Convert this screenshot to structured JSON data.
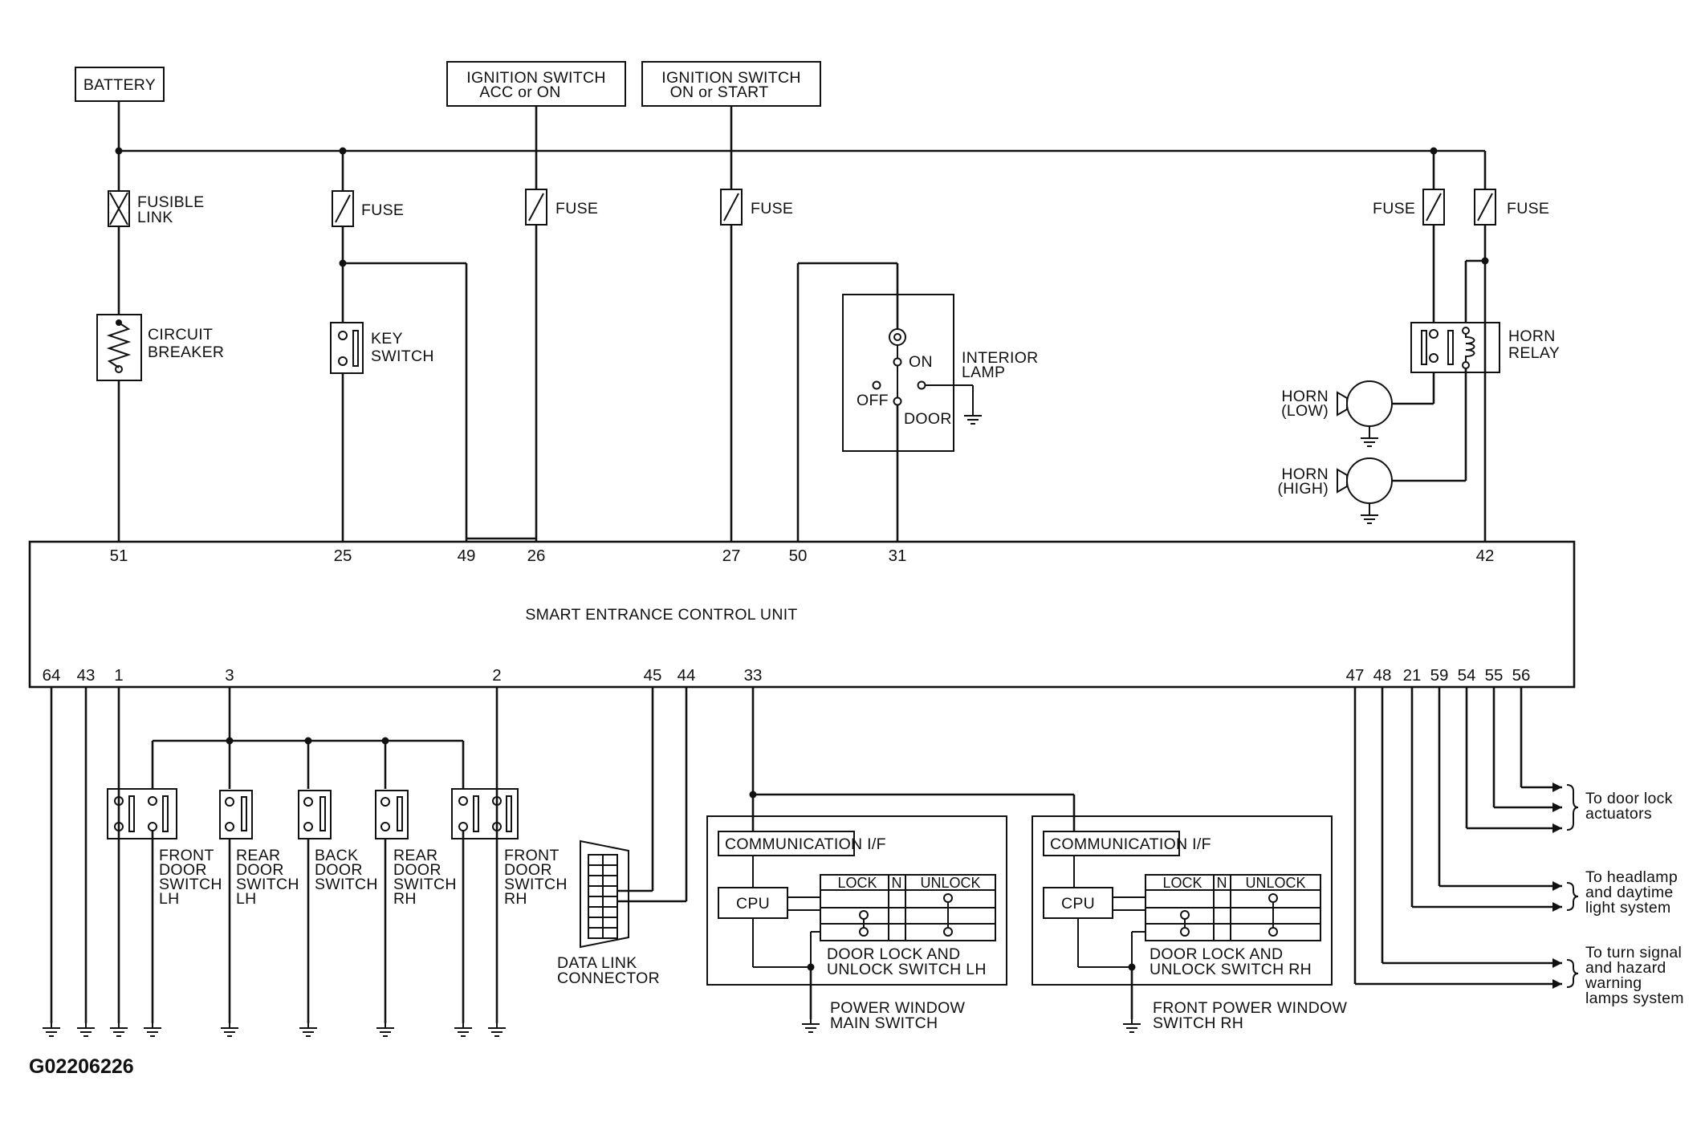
{
  "diagram": {
    "reference_code": "G02206226",
    "sources": {
      "battery": "BATTERY",
      "ign_acc_1": "IGNITION SWITCH",
      "ign_acc_2": "ACC or ON",
      "ign_start_1": "IGNITION SWITCH",
      "ign_start_2": "ON or START"
    },
    "fusible_link": [
      "FUSIBLE",
      "LINK"
    ],
    "fuse_label": "FUSE",
    "circuit_breaker": [
      "CIRCUIT",
      "BREAKER"
    ],
    "key_switch": [
      "KEY",
      "SWITCH"
    ],
    "interior_lamp": {
      "name": [
        "INTERIOR",
        "LAMP"
      ],
      "positions": {
        "on": "ON",
        "off": "OFF",
        "door": "DOOR"
      }
    },
    "horn_relay": [
      "HORN",
      "RELAY"
    ],
    "horn_low": [
      "HORN",
      "(LOW)"
    ],
    "horn_high": [
      "HORN",
      "(HIGH)"
    ],
    "control_unit": {
      "name": "SMART ENTRANCE CONTROL UNIT",
      "top_pins": [
        "51",
        "25",
        "49",
        "26",
        "27",
        "50",
        "31",
        "42"
      ],
      "bottom_pins": [
        "64",
        "43",
        "1",
        "3",
        "2",
        "45",
        "44",
        "33",
        "47",
        "48",
        "21",
        "59",
        "54",
        "55",
        "56"
      ]
    },
    "door_switches": [
      {
        "label": [
          "FRONT",
          "DOOR",
          "SWITCH",
          "LH"
        ]
      },
      {
        "label": [
          "REAR",
          "DOOR",
          "SWITCH",
          "LH"
        ]
      },
      {
        "label": [
          "BACK",
          "DOOR",
          "SWITCH"
        ]
      },
      {
        "label": [
          "REAR",
          "DOOR",
          "SWITCH",
          "RH"
        ]
      },
      {
        "label": [
          "FRONT",
          "DOOR",
          "SWITCH",
          "RH"
        ]
      }
    ],
    "data_link_connector": [
      "DATA LINK",
      "CONNECTOR"
    ],
    "power_window_main": {
      "comm": "COMMUNICATION I/F",
      "cpu": "CPU",
      "table": {
        "lock": "LOCK",
        "n": "N",
        "unlock": "UNLOCK"
      },
      "switch_label": [
        "DOOR LOCK AND",
        "UNLOCK SWITCH LH"
      ],
      "name": [
        "POWER WINDOW",
        "MAIN SWITCH"
      ]
    },
    "power_window_rh": {
      "comm": "COMMUNICATION I/F",
      "cpu": "CPU",
      "table": {
        "lock": "LOCK",
        "n": "N",
        "unlock": "UNLOCK"
      },
      "switch_label": [
        "DOOR LOCK AND",
        "UNLOCK SWITCH RH"
      ],
      "name": [
        "FRONT POWER WINDOW",
        "SWITCH RH"
      ]
    },
    "outputs": {
      "door_lock": [
        "To door lock",
        "actuators"
      ],
      "headlamp": [
        "To headlamp",
        "and daytime",
        "light system"
      ],
      "turn_signal": [
        "To turn signal",
        "and hazard",
        "warning",
        "lamps system"
      ]
    }
  }
}
